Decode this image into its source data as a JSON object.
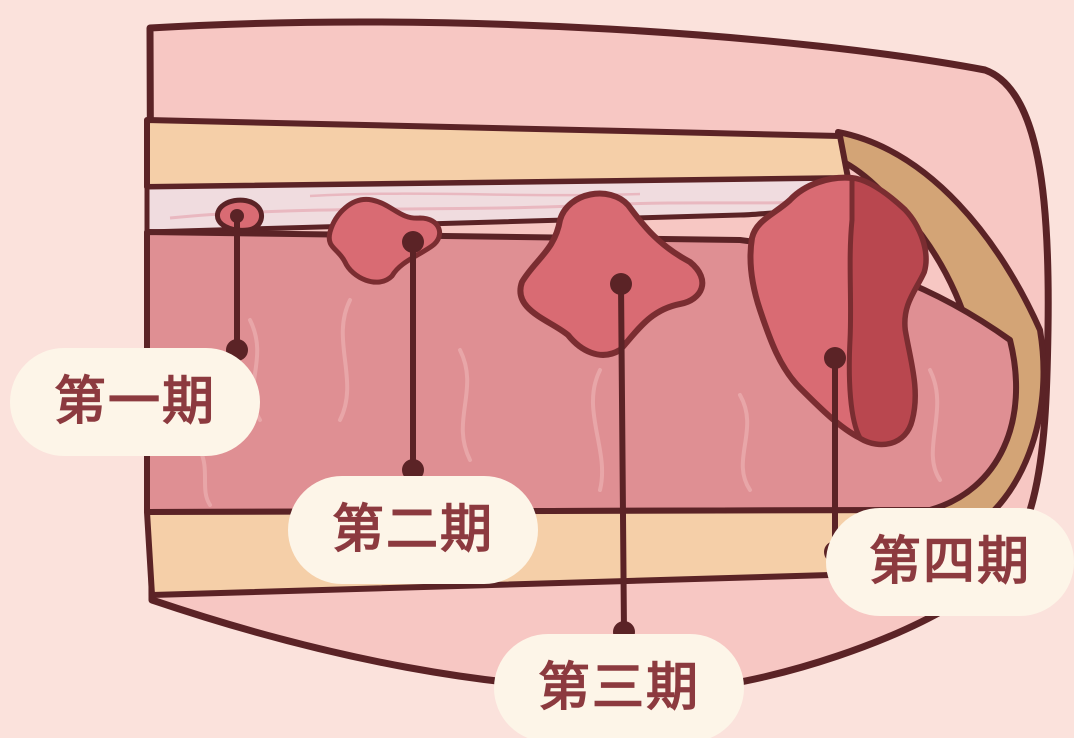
{
  "labels": {
    "stage_1": "第一期",
    "stage_2": "第二期",
    "stage_3": "第三期",
    "stage_4": "第四期"
  },
  "colors": {
    "background": "#fbe2dc",
    "outer_tissue": "#f7c7c3",
    "mucosa_band": "#f5cfa8",
    "lumen_strip": "#f0dcdf",
    "muscle_layer": "#df8f93",
    "tumor": "#d96b73",
    "tumor_dark": "#b9474f",
    "serosa_cap": "#d3a476",
    "outline": "#5b2326",
    "label_bg": "#fdf5e8",
    "label_text": "#8c3a3f"
  }
}
